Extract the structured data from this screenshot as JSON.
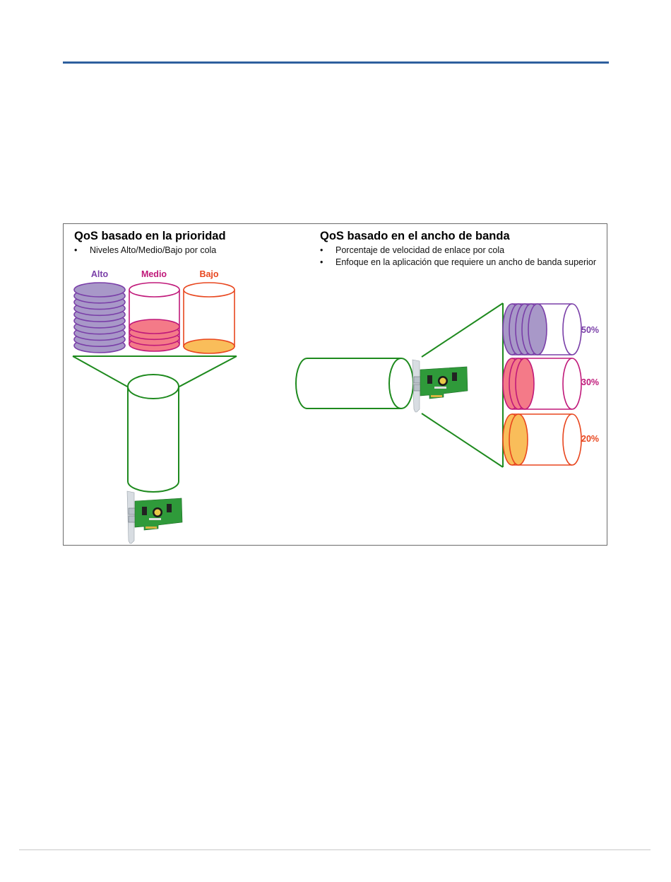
{
  "colors": {
    "header_rule": "#2e5f9e",
    "green": "#1e8a1e",
    "alto": "#7a3fa8",
    "alto_fill": "#a898c8",
    "medio": "#c0197a",
    "medio_fill": "#f47a88",
    "bajo": "#e8461e",
    "bajo_fill": "#f9bd5a"
  },
  "priority_panel": {
    "title": "QoS basado en la prioridad",
    "bullets": [
      "Niveles Alto/Medio/Bajo por cola"
    ],
    "queues": [
      {
        "label": "Alto",
        "fill_level": 1.0
      },
      {
        "label": "Medio",
        "fill_level": 0.4
      },
      {
        "label": "Bajo",
        "fill_level": 0.05
      }
    ]
  },
  "bandwidth_panel": {
    "title": "QoS basado en el ancho de banda",
    "bullets": [
      "Porcentaje de velocidad de enlace por cola",
      "Enfoque en la aplicación que requiere un ancho de banda superior"
    ],
    "queues": [
      {
        "label": "50%",
        "disks": 5
      },
      {
        "label": "30%",
        "disks": 3
      },
      {
        "label": "20%",
        "disks": 2
      }
    ]
  },
  "icons": {
    "adapter": "network-adapter-card-icon"
  },
  "bullet_glyph": "•"
}
